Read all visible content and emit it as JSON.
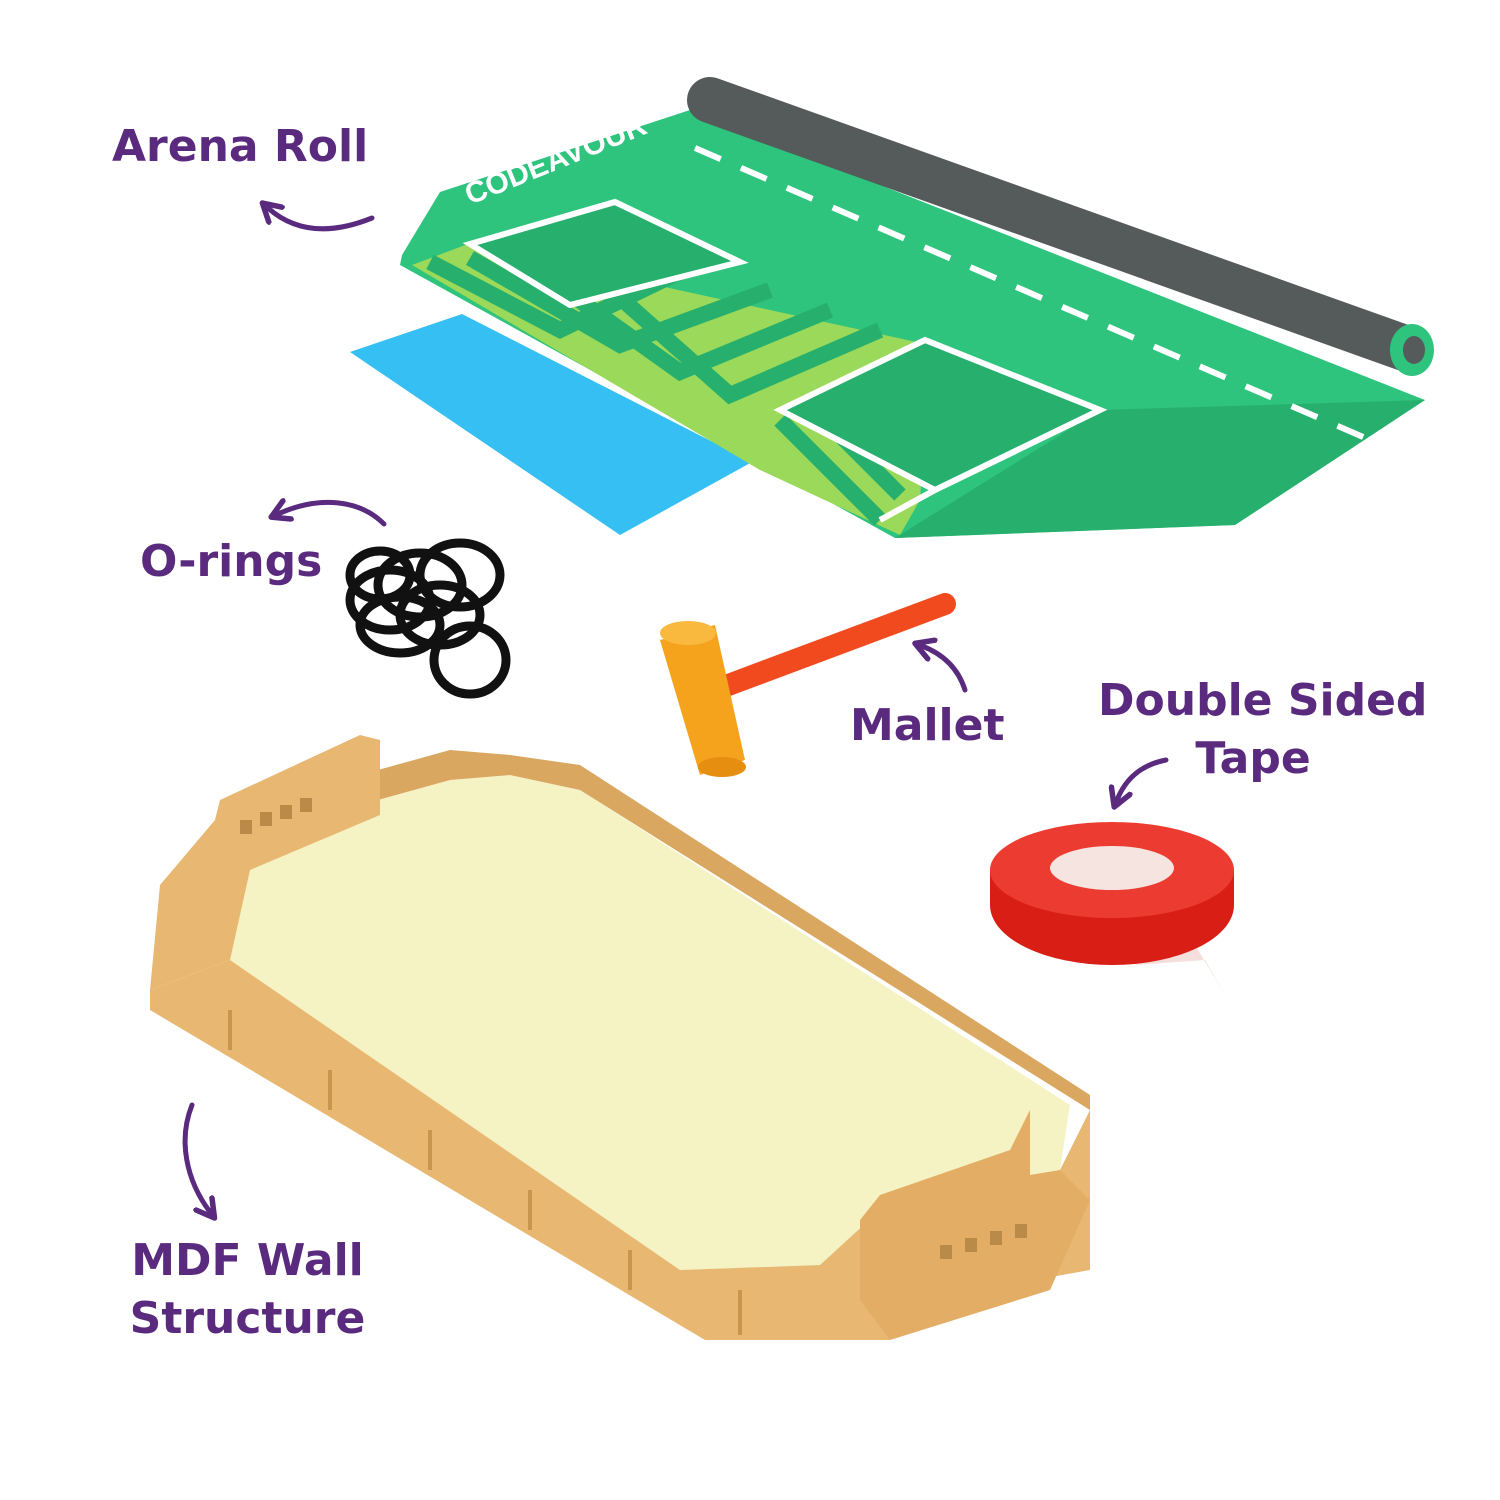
{
  "labels": {
    "arena_roll": "Arena Roll",
    "o_rings": "O-rings",
    "mallet": "Mallet",
    "double_sided_tape_line1": "Double Sided",
    "double_sided_tape_line2": "Tape",
    "mdf_line1": "MDF Wall",
    "mdf_line2": "Structure"
  },
  "mat": {
    "logo_text": "CODEAVOUR"
  },
  "colors": {
    "label": "#5a2a7e",
    "mat_green": "#2fc47e",
    "mat_dark_green": "#22a864",
    "chevron_light": "#9bd95a",
    "water_blue": "#35bff2",
    "roll_gray": "#555a5a",
    "mallet_head": "#f5a31c",
    "mallet_handle": "#f04a1e",
    "tape_red": "#e8271e",
    "mdf_tan": "#e8b872",
    "mdf_floor": "#f5f2c4"
  }
}
